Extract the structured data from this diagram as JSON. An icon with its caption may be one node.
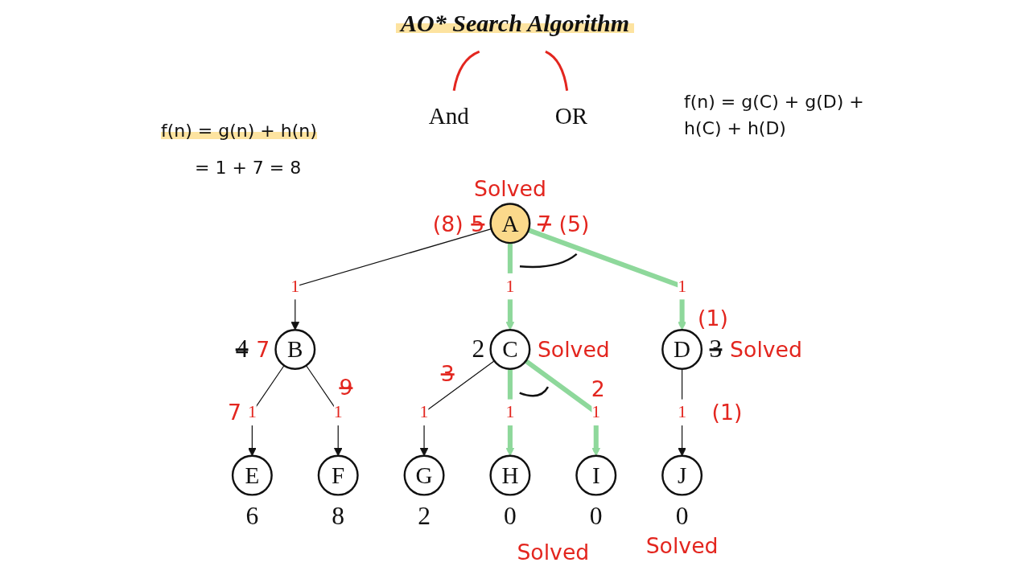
{
  "diagram": {
    "title": "AO* Search Algorithm",
    "nodes": [
      {
        "text": [
          "And"
        ]
      },
      {
        "text": [
          "OR"
        ]
      },
      {
        "text": [
          "A"
        ],
        "beside": [
          "Solved",
          "(8)",
          "5",
          "7",
          "(5)"
        ]
      },
      {
        "text": [
          "B"
        ],
        "beside": [
          "4",
          "7"
        ]
      },
      {
        "text": [
          "C"
        ],
        "beside": [
          "2",
          "Solved"
        ]
      },
      {
        "text": [
          "D"
        ],
        "beside": [
          "(1)",
          "3",
          "Solved"
        ]
      },
      {
        "text": [
          "E"
        ],
        "beside": [
          "6"
        ]
      },
      {
        "text": [
          "F"
        ],
        "beside": [
          "8"
        ]
      },
      {
        "text": [
          "G"
        ],
        "beside": [
          "2"
        ]
      },
      {
        "text": [
          "H"
        ],
        "beside": [
          "0"
        ]
      },
      {
        "text": [
          "I"
        ],
        "beside": [
          "0"
        ]
      },
      {
        "text": [
          "J"
        ],
        "beside": [
          "0",
          "Solved"
        ]
      }
    ],
    "edges": [
      {
        "from": 0,
        "to": null,
        "arrow": "none",
        "color": "#e3261f"
      },
      {
        "from": 1,
        "to": null,
        "arrow": "none",
        "color": "#e3261f"
      },
      {
        "from": 2,
        "to": 3,
        "arrow": "to",
        "label": "1"
      },
      {
        "from": 2,
        "to": 4,
        "arrow": "to",
        "label": "1",
        "style": "thick",
        "color": "#8ed89b"
      },
      {
        "from": 2,
        "to": 5,
        "arrow": "to",
        "label": "1",
        "style": "thick",
        "color": "#8ed89b"
      },
      {
        "from": 3,
        "to": 6,
        "arrow": "to",
        "label": "1"
      },
      {
        "from": 3,
        "to": 7,
        "arrow": "to",
        "label": "1"
      },
      {
        "from": 4,
        "to": 8,
        "arrow": "to",
        "label": "1"
      },
      {
        "from": 4,
        "to": 9,
        "arrow": "to",
        "label": "1",
        "style": "thick",
        "color": "#8ed89b"
      },
      {
        "from": 4,
        "to": 10,
        "arrow": "to",
        "label": "1",
        "style": "thick",
        "color": "#8ed89b"
      },
      {
        "from": 5,
        "to": 11,
        "arrow": "to",
        "label": "1"
      }
    ],
    "labels": [
      "f(n) = g(n) + h(n)",
      "= 1 + 7 = 8",
      "f(n) = g(C) + g(D) + h(C) + h(D)",
      "7",
      "9",
      "3",
      "2",
      "(1)",
      "Solved"
    ]
  }
}
